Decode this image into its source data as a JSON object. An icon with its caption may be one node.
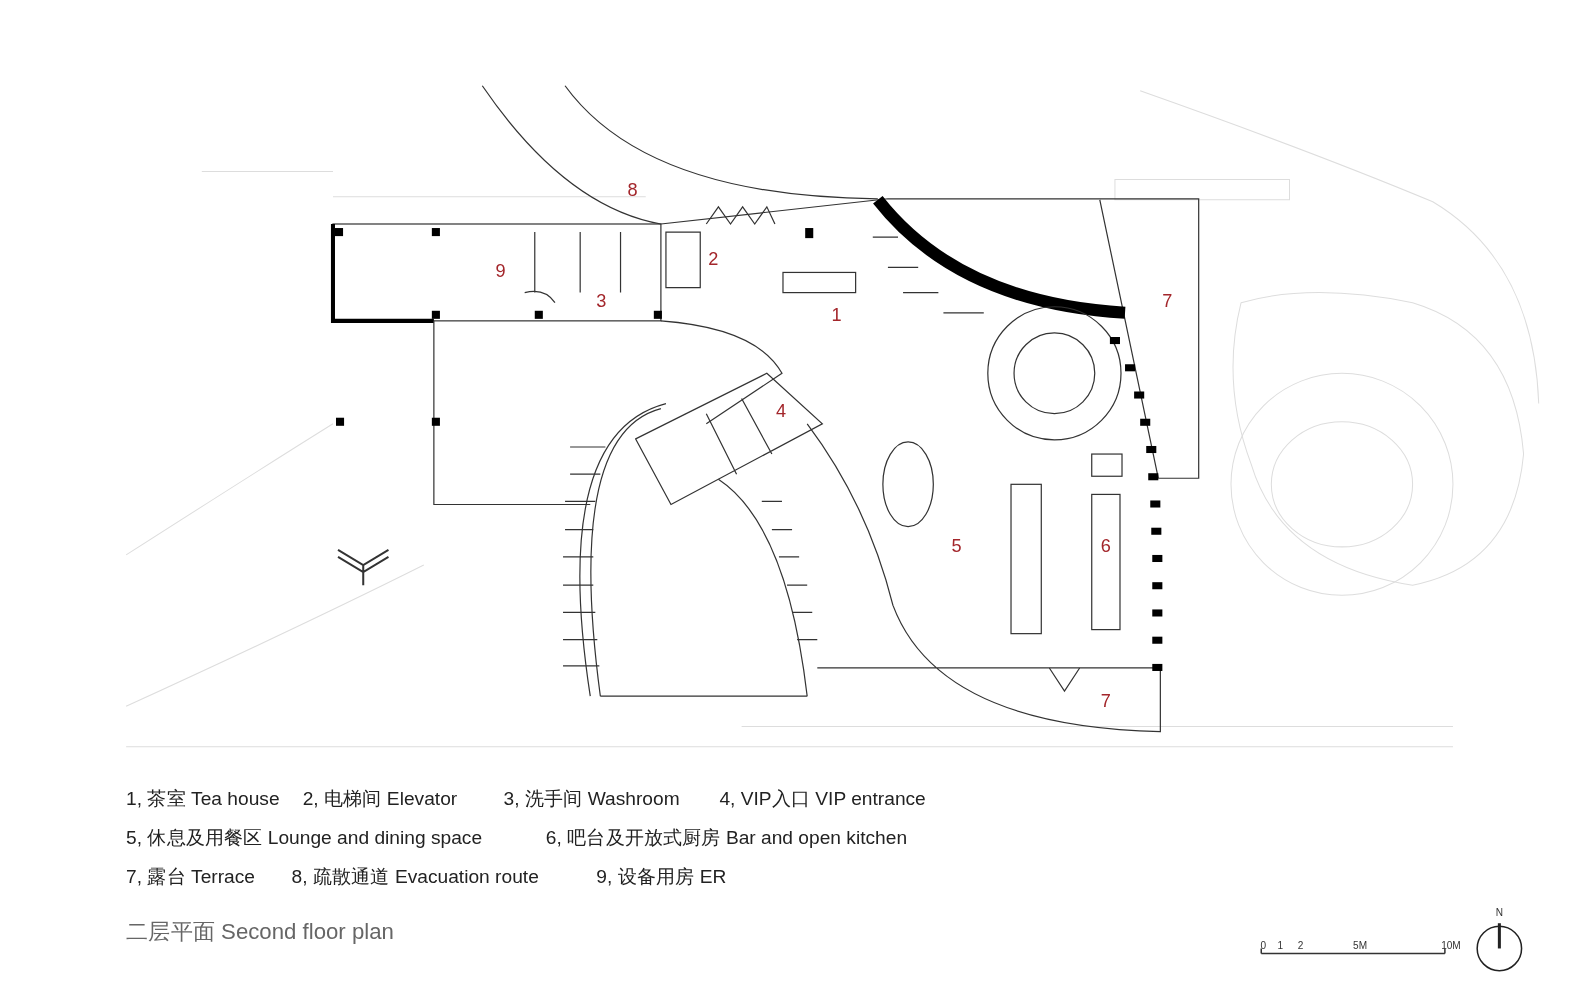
{
  "diagram": {
    "title": "二层平面 Second floor plan",
    "labels": [
      "8",
      "9",
      "2",
      "3",
      "1",
      "7",
      "4",
      "5",
      "6",
      "7",
      "1, 茶室 Tea house",
      "2, 电梯间 Elevator",
      "3, 洗手间 Washroom",
      "4, VIP入口 VIP entrance",
      "5, 休息及用餐区 Lounge and dining space",
      "6, 吧台及开放式厨房 Bar and open kitchen",
      "7, 露台 Terrace",
      "8, 疏散通道 Evacuation route",
      "9, 设备用房 ER",
      "0",
      "1",
      "2",
      "5M",
      "10M",
      "N"
    ]
  }
}
